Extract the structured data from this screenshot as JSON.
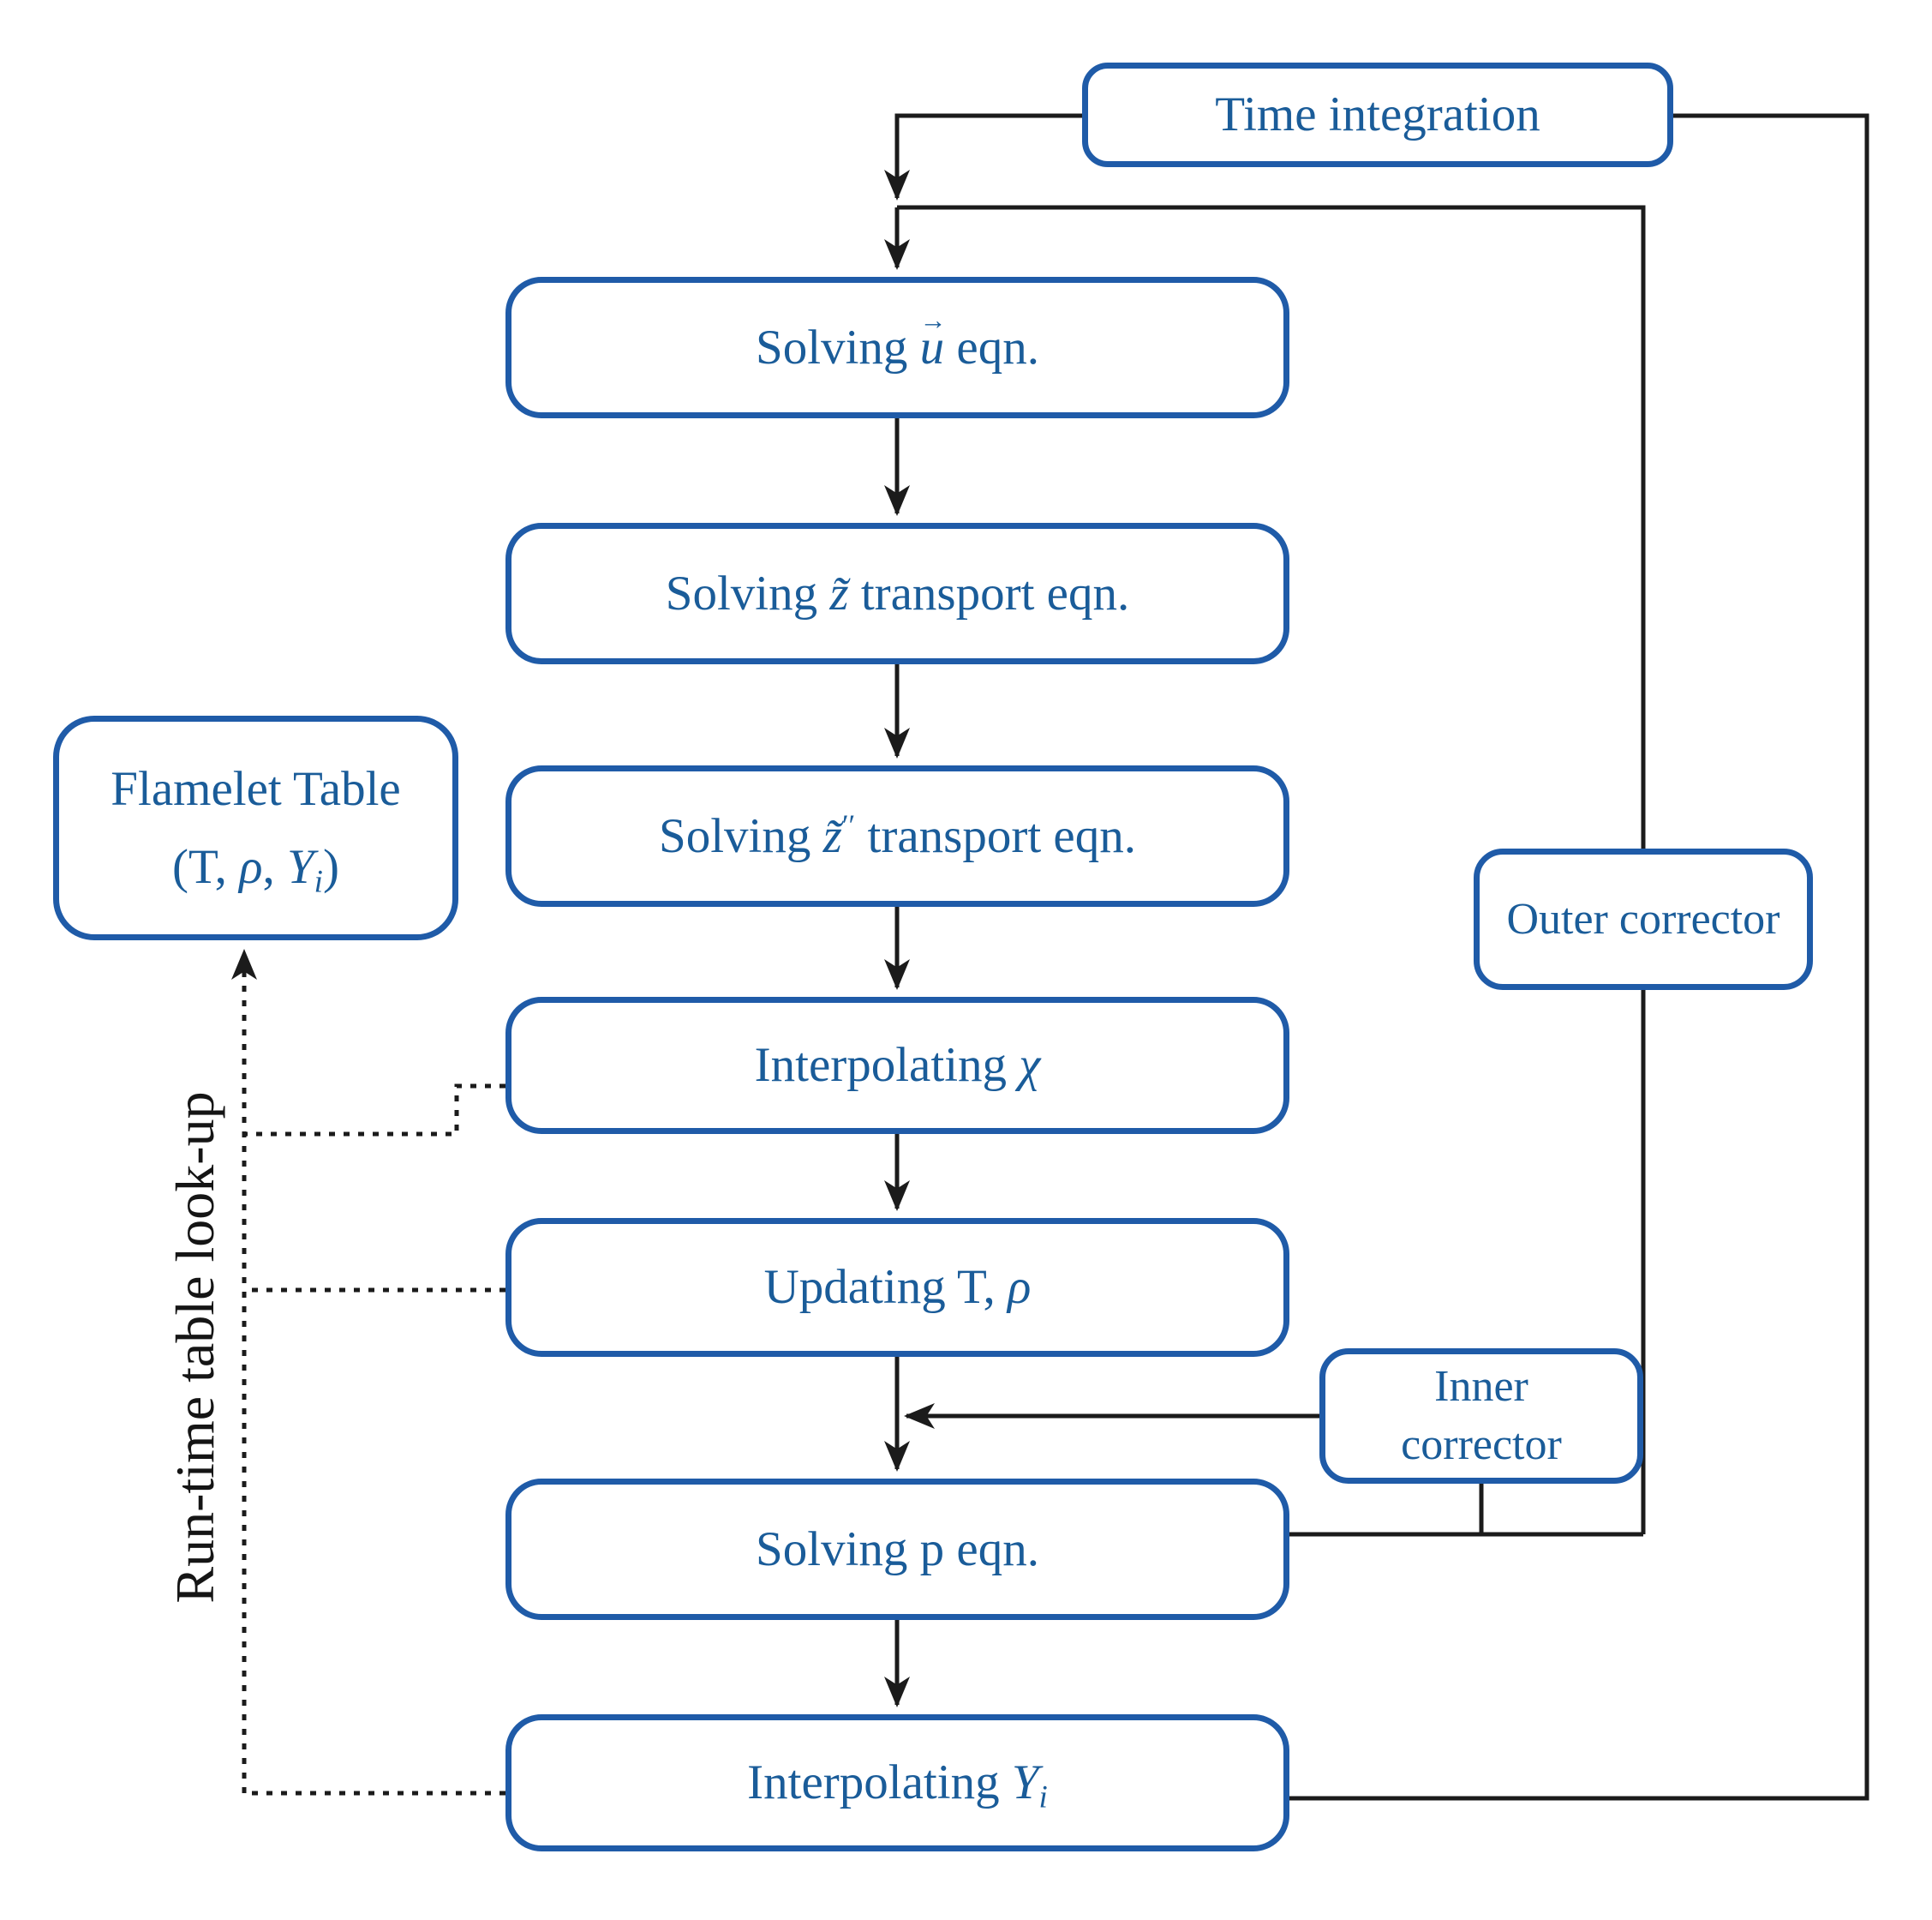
{
  "diagram": {
    "type": "flowchart",
    "colors": {
      "box_border": "#1f5ba8",
      "box_text": "#1a5c99",
      "connector": "#1b1b1b"
    },
    "nodes": {
      "time_integration": {
        "label": "Time integration"
      },
      "solving_u": {
        "label_html": "Solving <span class='vec'><i>u</i><span class='vec-arrow'>&#8594;</span></span> eqn."
      },
      "solving_z": {
        "label_html": "Solving <i>z&#771;</i> transport eqn."
      },
      "solving_z_var": {
        "label_html": "Solving <i>z&#771;</i><sup>&#8242;&#8242;</sup> transport eqn."
      },
      "interpolating_chi": {
        "label_html": "Interpolating <i>&#967;</i>"
      },
      "updating_t_rho": {
        "label_html": "Updating T, <i>&#961;</i>"
      },
      "solving_p": {
        "label": "Solving p eqn."
      },
      "interpolating_yi": {
        "label_html": "Interpolating <i>Y<sub>i</sub></i>"
      },
      "flamelet_table": {
        "line1": "Flamelet Table",
        "line2_html": "(T, <i>&#961;</i>, <i>Y<sub>i</sub></i>)"
      },
      "outer_corrector": {
        "label": "Outer corrector"
      },
      "inner_corrector": {
        "line1": "Inner",
        "line2": "corrector"
      }
    },
    "annotations": {
      "runtime_lookup": "Run-time table look-up"
    }
  }
}
